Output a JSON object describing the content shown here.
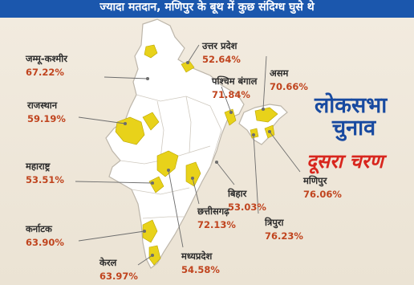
{
  "header": {
    "text": "ज्यादा मतदान, मणिपुर के बूथ में कुछ संदिग्ध घुसे थे"
  },
  "title": {
    "line1": "लोकसभा",
    "line2": "चुनाव",
    "line3": "दूसरा चरण"
  },
  "colors": {
    "header_bg": "#1b57ad",
    "highlight": "#e8d21a",
    "percent": "#c0441e",
    "title_blue": "#184aa0",
    "title_red": "#d8261e"
  },
  "states": [
    {
      "id": "jk",
      "name": "जम्मू-कश्मीर",
      "percent": "67.22%"
    },
    {
      "id": "up",
      "name": "उत्तर प्रदेश",
      "percent": "52.64%"
    },
    {
      "id": "wb",
      "name": "पश्चिम बंगाल",
      "percent": "71.84%"
    },
    {
      "id": "as",
      "name": "असम",
      "percent": "70.66%"
    },
    {
      "id": "rj",
      "name": "राजस्थान",
      "percent": "59.19%"
    },
    {
      "id": "mh",
      "name": "महाराष्ट्र",
      "percent": "53.51%"
    },
    {
      "id": "br",
      "name": "बिहार",
      "percent": "53.03%"
    },
    {
      "id": "mn",
      "name": "मणिपुर",
      "percent": "76.06%"
    },
    {
      "id": "ka",
      "name": "कर्नाटक",
      "percent": "63.90%"
    },
    {
      "id": "cg",
      "name": "छत्तीसगढ़",
      "percent": "72.13%"
    },
    {
      "id": "tr",
      "name": "त्रिपुरा",
      "percent": "76.23%"
    },
    {
      "id": "kl",
      "name": "केरल",
      "percent": "63.97%"
    },
    {
      "id": "mp",
      "name": "मध्यप्रदेश",
      "percent": "54.58%"
    }
  ]
}
